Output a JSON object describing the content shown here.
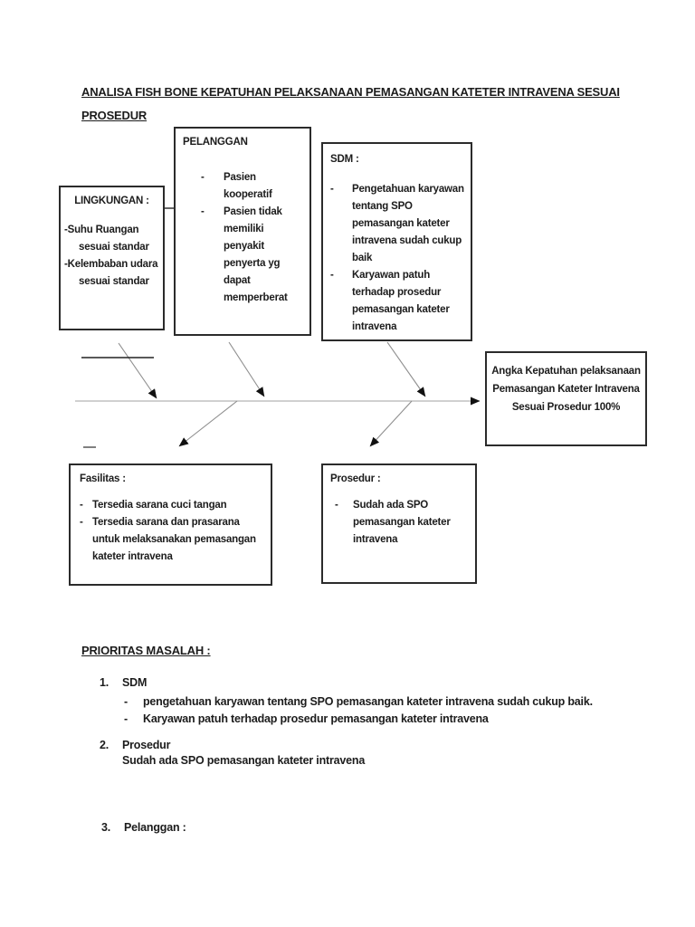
{
  "document": {
    "title_line1": "ANALISA  FISH BONE KEPATUHAN PELAKSANAAN PEMASANGAN KATETER INTRAVENA SESUAI",
    "title_line2": "PROSEDUR"
  },
  "glyphs": {
    "dash": "-"
  },
  "fishbone": {
    "lingkungan": {
      "heading": "LINGKUNGAN :",
      "items": [
        "Suhu Ruangan sesuai standar",
        "Kelembaban udara sesuai standar"
      ]
    },
    "pelanggan": {
      "heading": "PELANGGAN",
      "items": [
        "Pasien kooperatif",
        "Pasien tidak memiliki penyakit penyerta yg dapat memperberat"
      ]
    },
    "sdm": {
      "heading": "SDM :",
      "items": [
        "Pengetahuan karyawan tentang SPO pemasangan kateter intravena  sudah cukup baik",
        "Karyawan patuh terhadap prosedur pemasangan kateter intravena"
      ]
    },
    "fasilitas": {
      "heading": "Fasilitas :",
      "items": [
        "Tersedia sarana cuci tangan",
        "Tersedia sarana dan prasarana untuk melaksanakan pemasangan kateter intravena"
      ]
    },
    "prosedur": {
      "heading": "Prosedur :",
      "items": [
        "Sudah ada SPO pemasangan kateter intravena"
      ]
    },
    "effect": "Angka Kepatuhan pelaksanaan Pemasangan Kateter Intravena Sesuai Prosedur 100%"
  },
  "priorities": {
    "heading": "PRIORITAS MASALAH :",
    "items": [
      {
        "number": "1.",
        "label": "SDM",
        "bullets": [
          "pengetahuan karyawan tentang SPO pemasangan kateter intravena  sudah cukup baik.",
          "Karyawan patuh terhadap prosedur pemasangan kateter intravena"
        ]
      },
      {
        "number": "2.",
        "label": "Prosedur",
        "body": "Sudah ada SPO pemasangan kateter intravena"
      },
      {
        "number": "3.",
        "label": "Pelanggan :"
      }
    ]
  },
  "colors": {
    "text": "#1c1c1c",
    "box_border": "#2b2b2b",
    "spine": "#b3b3b3",
    "rib": "#8f8f8f",
    "arrowhead": "#111111"
  }
}
